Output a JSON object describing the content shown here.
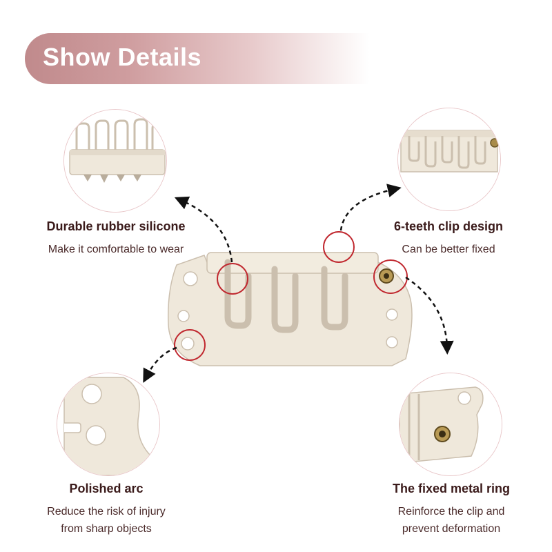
{
  "header": {
    "title": "Show Details"
  },
  "features": [
    {
      "title": "Durable rubber silicone",
      "description": "Make it comfortable to wear"
    },
    {
      "title": "6-teeth clip design",
      "description": "Can be better fixed"
    },
    {
      "title": "Polished arc",
      "description_line1": "Reduce the risk of injury",
      "description_line2": "from sharp objects"
    },
    {
      "title": "The fixed metal ring",
      "description_line1": "Reinforce the clip and",
      "description_line2": "prevent deformation"
    }
  ],
  "colors": {
    "banner_start": "#c08a8c",
    "highlight_ring": "#c0282f",
    "clip_body": "#eee6d8",
    "clip_outline": "#c9bfae",
    "circle_border": "#e9c7c9",
    "text_dark": "#3a1a1a"
  }
}
